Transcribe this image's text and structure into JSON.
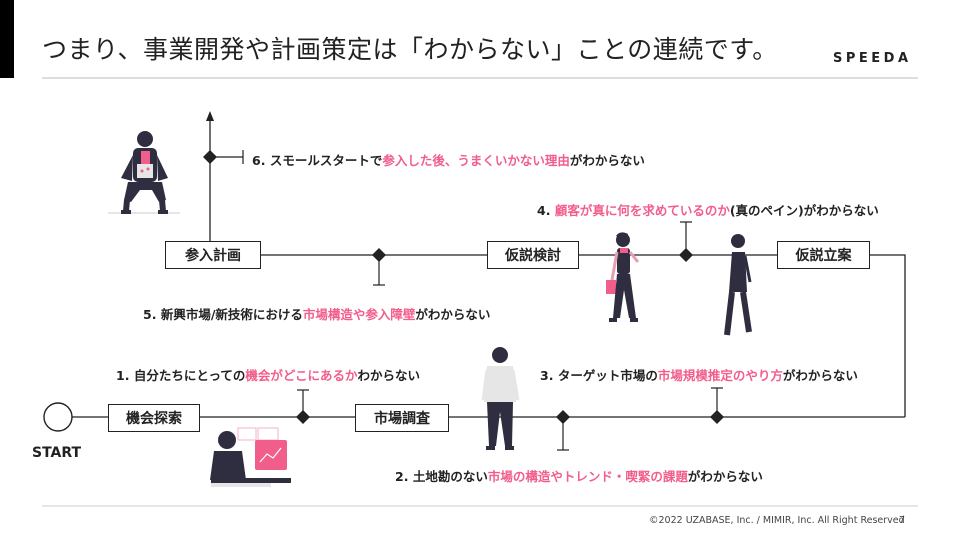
{
  "header": {
    "title": "つまり、事業開発や計画策定は「わからない」ことの連続です。",
    "brand": "SPEEDA"
  },
  "boxes": {
    "opportunity": "機会探索",
    "market": "市場調査",
    "hypothesis_build": "仮説立案",
    "hypothesis_test": "仮説検討",
    "entry_plan": "参入計画"
  },
  "start_label": "START",
  "notes": {
    "n1": {
      "num": "1.",
      "pre": "自分たちにとっての",
      "hl": "機会がどこにあるか",
      "post": "わからない"
    },
    "n2": {
      "num": "2.",
      "pre": "土地勘のない",
      "hl": "市場の構造やトレンド・喫緊の課題",
      "post": "がわからない"
    },
    "n3": {
      "num": "3.",
      "pre": "ターゲット市場の",
      "hl": "市場規模推定のやり方",
      "post": "がわからない"
    },
    "n4": {
      "num": "4.",
      "pre": "",
      "hl": "顧客が真に何を求めているのか",
      "post": "(真のペイン)がわからない"
    },
    "n5": {
      "num": "5.",
      "pre": "新興市場/新技術における",
      "hl": "市場構造や参入障壁",
      "post": "がわからない"
    },
    "n6": {
      "num": "6.",
      "pre": "スモールスタートで",
      "hl": "参入した後、うまくいかない理由",
      "post": "がわからない"
    }
  },
  "colors": {
    "accent": "#f25e8c",
    "line": "#222222",
    "figure_dark": "#2f2e41",
    "figure_light": "#e6e6e6"
  },
  "icons": [
    "sitting-person-illustration",
    "woman-standing-illustration",
    "woman-walking-illustration",
    "man-standing-illustration",
    "person-at-desk-illustration"
  ],
  "footer": {
    "copyright": "©2022 UZABASE, Inc. / MIMIR, Inc. All Right Reserved",
    "page": "7"
  }
}
